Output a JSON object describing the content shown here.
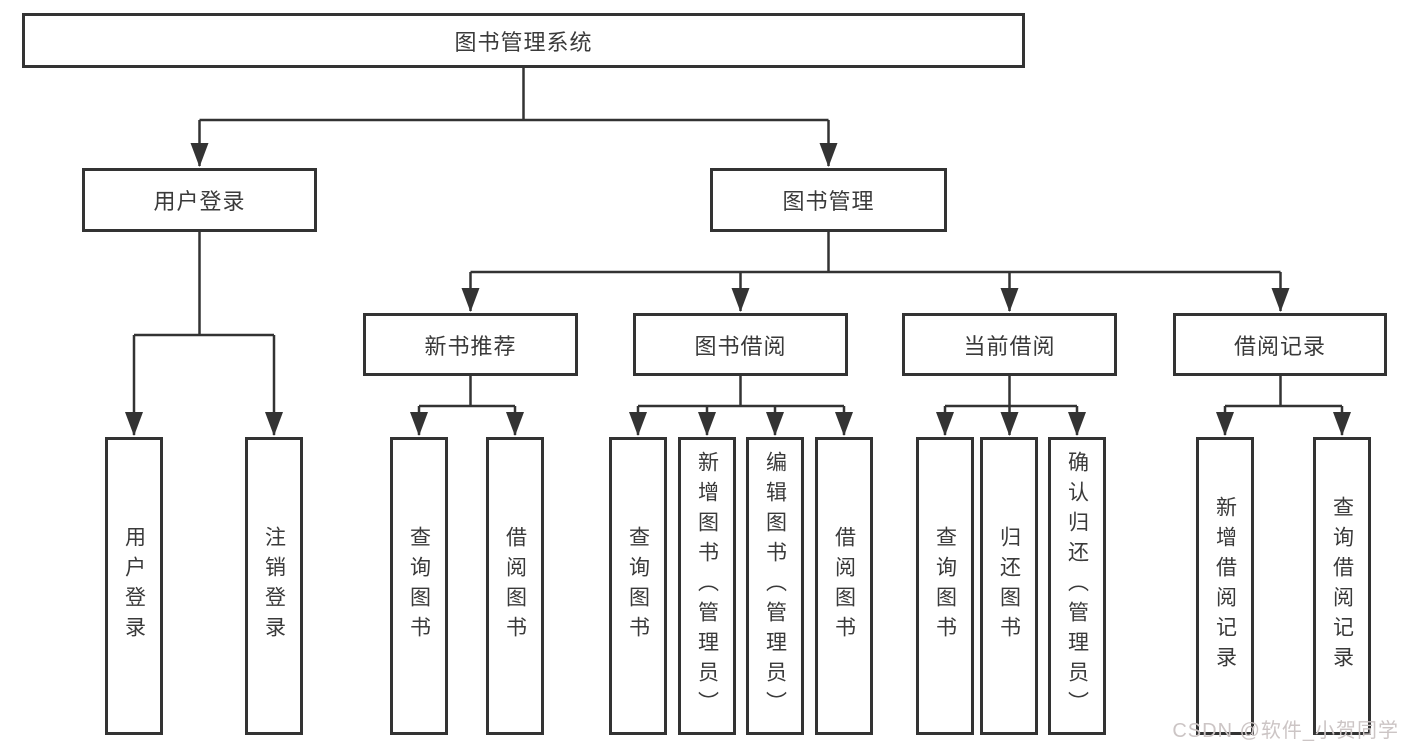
{
  "colors": {
    "line": "#333333",
    "box_border": "#333333",
    "box_fill": "#ffffff",
    "text": "#3a3a3a",
    "watermark": "#ccc5c5"
  },
  "watermark": "CSDN @软件_小贺同学",
  "diagram": {
    "root": {
      "label": "图书管理系统",
      "children": [
        {
          "label": "用户登录",
          "children": [
            {
              "label": "用户登录"
            },
            {
              "label": "注销登录"
            }
          ]
        },
        {
          "label": "图书管理",
          "children": [
            {
              "label": "新书推荐",
              "children": [
                {
                  "label": "查询图书"
                },
                {
                  "label": "借阅图书"
                }
              ]
            },
            {
              "label": "图书借阅",
              "children": [
                {
                  "label": "查询图书"
                },
                {
                  "label": "新增图书（管理员）"
                },
                {
                  "label": "编辑图书（管理员）"
                },
                {
                  "label": "借阅图书"
                }
              ]
            },
            {
              "label": "当前借阅",
              "children": [
                {
                  "label": "查询图书"
                },
                {
                  "label": "归还图书"
                },
                {
                  "label": "确认归还（管理员）"
                }
              ]
            },
            {
              "label": "借阅记录",
              "children": [
                {
                  "label": "新增借阅记录"
                },
                {
                  "label": "查询借阅记录"
                }
              ]
            }
          ]
        }
      ]
    }
  }
}
